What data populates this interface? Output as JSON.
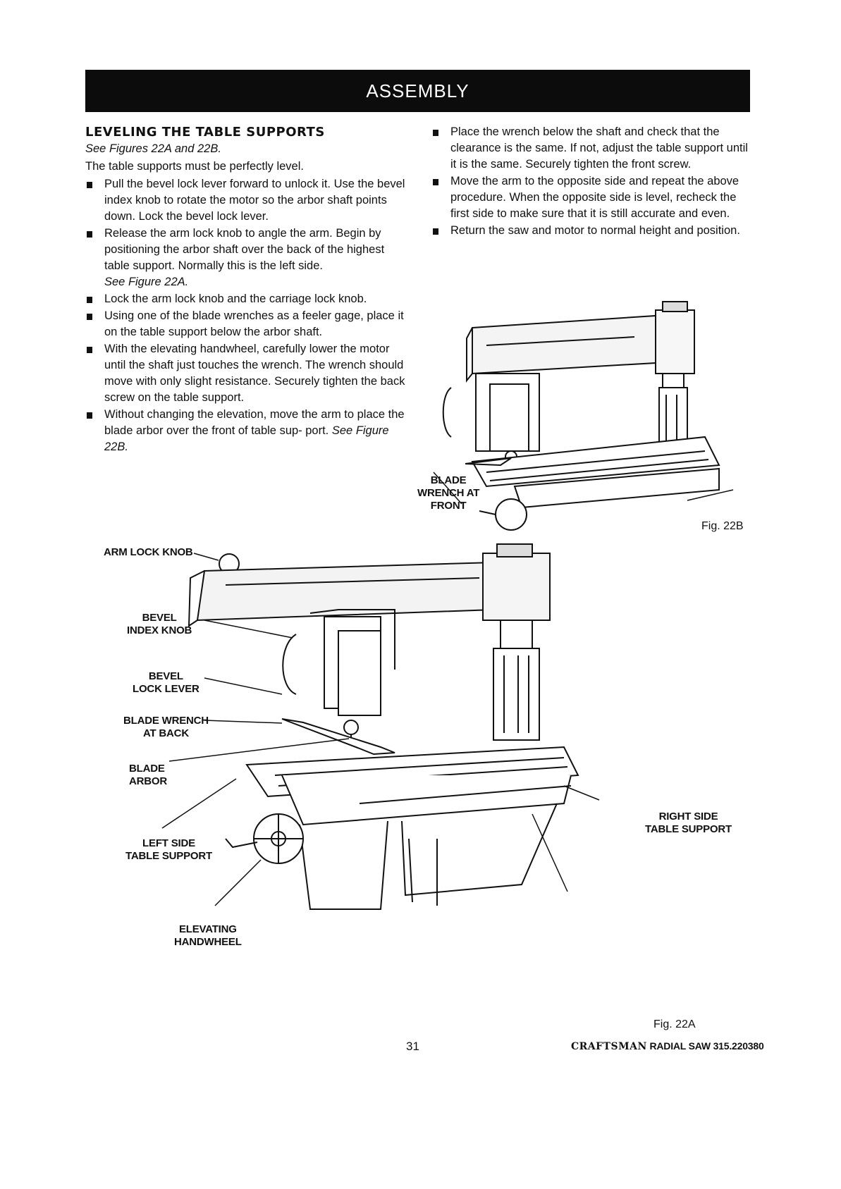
{
  "header": {
    "banner": "ASSEMBLY"
  },
  "left_column": {
    "heading": "LEVELING THE TABLE SUPPORTS",
    "subref": "See Figures 22A and 22B.",
    "intro": "The table supports must be perfectly level.",
    "items": [
      {
        "text": "Pull the bevel lock lever forward to unlock it. Use the bevel index knob to rotate the motor so the arbor shaft points down. Lock the bevel lock lever.",
        "ref": ""
      },
      {
        "text": "Release the arm lock knob to angle the arm. Begin by positioning the arbor shaft over the back of the highest table support. Normally this is the left side.",
        "ref": "See Figure 22A."
      },
      {
        "text": "Lock the arm lock knob and the carriage lock knob.",
        "ref": ""
      },
      {
        "text": "Using one of the blade wrenches as a feeler gage, place it on the table support below the arbor shaft.",
        "ref": ""
      },
      {
        "text": "With the elevating handwheel, carefully lower the motor until the shaft just touches the wrench. The wrench should move with only slight resistance. Securely tighten the back screw on the table support.",
        "ref": ""
      },
      {
        "text": "Without changing the elevation, move the arm to place the blade arbor over the front of table sup- port.",
        "ref": "See Figure 22B."
      }
    ]
  },
  "right_column": {
    "items": [
      {
        "text": "Place the wrench below the shaft and check that the clearance is the same. If not, adjust the table support until it is the same. Securely tighten the front screw."
      },
      {
        "text": "Move the arm to the opposite side and repeat the above procedure. When the opposite side is level, recheck the first side to make sure that it is still accurate and even."
      },
      {
        "text": "Return the saw and motor to normal height and position."
      }
    ]
  },
  "figure_22b": {
    "caption": "Fig. 22B",
    "callouts": {
      "blade_wrench_front": [
        "BLADE",
        "WRENCH AT",
        "FRONT"
      ]
    }
  },
  "figure_22a": {
    "caption": "Fig. 22A",
    "callouts": {
      "arm_lock_knob": [
        "ARM LOCK KNOB"
      ],
      "bevel_index_knob": [
        "BEVEL",
        "INDEX KNOB"
      ],
      "bevel_lock_lever": [
        "BEVEL",
        "LOCK LEVER"
      ],
      "blade_wrench_back": [
        "BLADE WRENCH",
        "AT BACK"
      ],
      "blade_arbor": [
        "BLADE",
        "ARBOR"
      ],
      "left_side_support": [
        "LEFT SIDE",
        "TABLE SUPPORT"
      ],
      "right_side_support": [
        "RIGHT SIDE",
        "TABLE SUPPORT"
      ],
      "elevating_handwheel": [
        "ELEVATING",
        "HANDWHEEL"
      ]
    }
  },
  "footer": {
    "page_number": "31",
    "brand": "CRAFTSMAN",
    "product": "RADIAL SAW 315.220380"
  }
}
